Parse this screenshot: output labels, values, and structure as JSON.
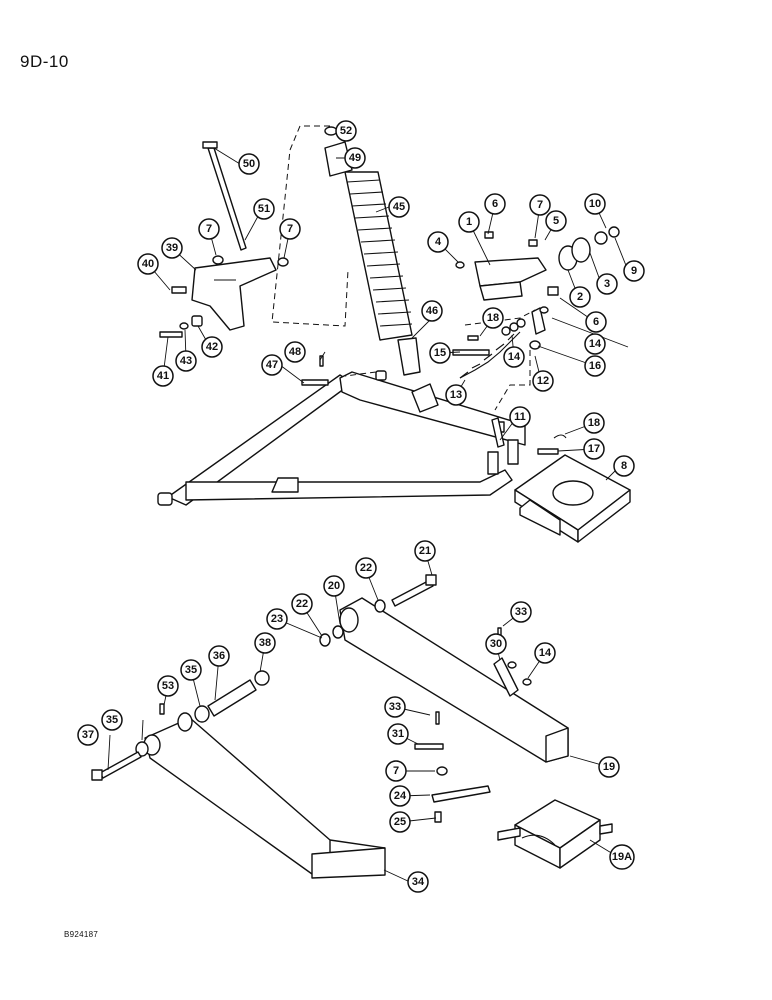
{
  "page": {
    "label": "9D-10",
    "footer_code": "B924187"
  },
  "callouts": [
    {
      "id": "52",
      "label": "52"
    },
    {
      "id": "49",
      "label": "49"
    },
    {
      "id": "50",
      "label": "50"
    },
    {
      "id": "45",
      "label": "45"
    },
    {
      "id": "51",
      "label": "51"
    },
    {
      "id": "7a",
      "label": "7"
    },
    {
      "id": "7b",
      "label": "7"
    },
    {
      "id": "39",
      "label": "39"
    },
    {
      "id": "40",
      "label": "40"
    },
    {
      "id": "1",
      "label": "1"
    },
    {
      "id": "6a",
      "label": "6"
    },
    {
      "id": "7c",
      "label": "7"
    },
    {
      "id": "10",
      "label": "10"
    },
    {
      "id": "4",
      "label": "4"
    },
    {
      "id": "5",
      "label": "5"
    },
    {
      "id": "9",
      "label": "9"
    },
    {
      "id": "3",
      "label": "3"
    },
    {
      "id": "2",
      "label": "2"
    },
    {
      "id": "6b",
      "label": "6"
    },
    {
      "id": "42",
      "label": "42"
    },
    {
      "id": "43",
      "label": "43"
    },
    {
      "id": "41",
      "label": "41"
    },
    {
      "id": "46",
      "label": "46"
    },
    {
      "id": "18a",
      "label": "18"
    },
    {
      "id": "14a",
      "label": "14"
    },
    {
      "id": "48",
      "label": "48"
    },
    {
      "id": "15",
      "label": "15"
    },
    {
      "id": "14b",
      "label": "14"
    },
    {
      "id": "16",
      "label": "16"
    },
    {
      "id": "47",
      "label": "47"
    },
    {
      "id": "13",
      "label": "13"
    },
    {
      "id": "12",
      "label": "12"
    },
    {
      "id": "11",
      "label": "11"
    },
    {
      "id": "18b",
      "label": "18"
    },
    {
      "id": "17",
      "label": "17"
    },
    {
      "id": "8",
      "label": "8"
    },
    {
      "id": "21",
      "label": "21"
    },
    {
      "id": "22a",
      "label": "22"
    },
    {
      "id": "20",
      "label": "20"
    },
    {
      "id": "22b",
      "label": "22"
    },
    {
      "id": "23",
      "label": "23"
    },
    {
      "id": "33a",
      "label": "33"
    },
    {
      "id": "30",
      "label": "30"
    },
    {
      "id": "38",
      "label": "38"
    },
    {
      "id": "36",
      "label": "36"
    },
    {
      "id": "35a",
      "label": "35"
    },
    {
      "id": "14c",
      "label": "14"
    },
    {
      "id": "53",
      "label": "53"
    },
    {
      "id": "33b",
      "label": "33"
    },
    {
      "id": "37",
      "label": "37"
    },
    {
      "id": "35b",
      "label": "35"
    },
    {
      "id": "31",
      "label": "31"
    },
    {
      "id": "19",
      "label": "19"
    },
    {
      "id": "7d",
      "label": "7"
    },
    {
      "id": "24",
      "label": "24"
    },
    {
      "id": "25",
      "label": "25"
    },
    {
      "id": "34",
      "label": "34"
    },
    {
      "id": "19A",
      "label": "19A"
    }
  ]
}
